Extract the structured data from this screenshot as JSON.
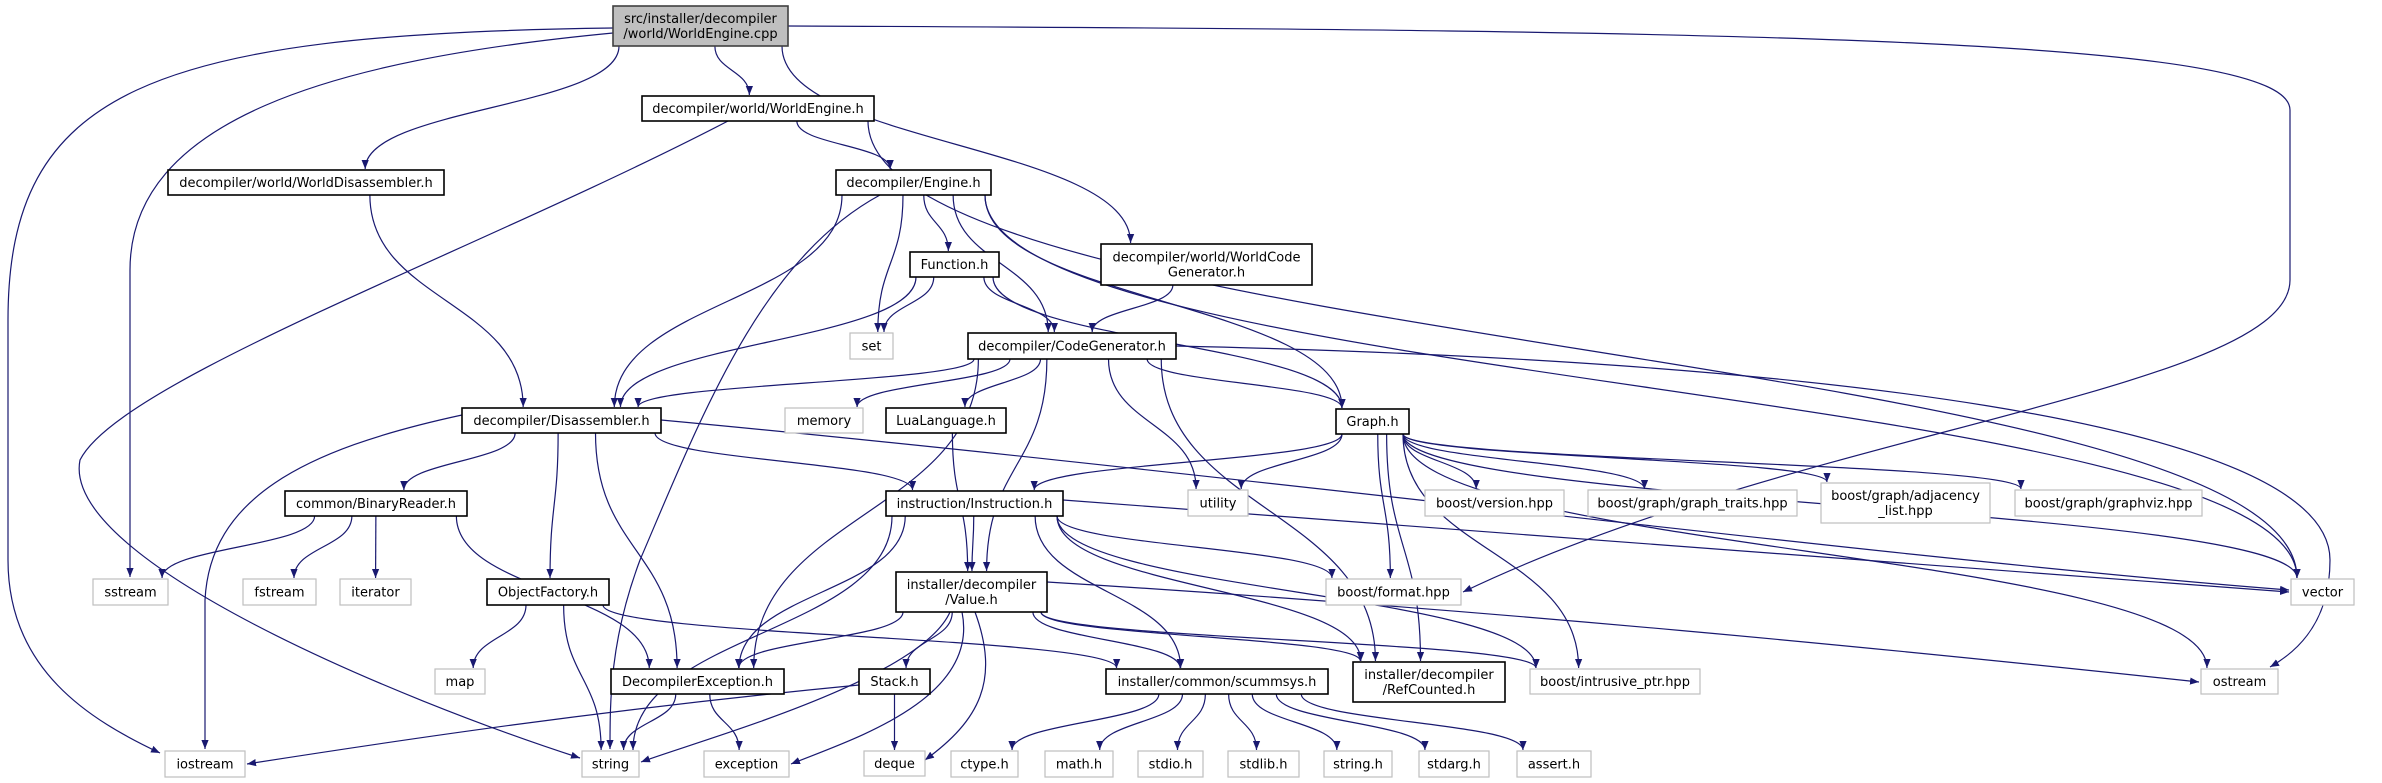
{
  "diagram": {
    "type": "include-dependency-graph",
    "colors": {
      "edge": "#191970",
      "root_fill": "#bfbfbf",
      "root_border": "#404040",
      "local_border": "#000000",
      "system_border": "#bfbfbf"
    },
    "nodes": [
      {
        "id": "root",
        "label": "src/installer/decompiler\n/world/WorldEngine.cpp",
        "kind": "root"
      },
      {
        "id": "we",
        "label": "decompiler/world/WorldEngine.h",
        "kind": "local"
      },
      {
        "id": "wd",
        "label": "decompiler/world/WorldDisassembler.h",
        "kind": "local"
      },
      {
        "id": "eng",
        "label": "decompiler/Engine.h",
        "kind": "local"
      },
      {
        "id": "fn",
        "label": "Function.h",
        "kind": "local"
      },
      {
        "id": "set",
        "label": "set",
        "kind": "system"
      },
      {
        "id": "wcg",
        "label": "decompiler/world/WorldCode\nGenerator.h",
        "kind": "local"
      },
      {
        "id": "cg",
        "label": "decompiler/CodeGenerator.h",
        "kind": "local"
      },
      {
        "id": "dis",
        "label": "decompiler/Disassembler.h",
        "kind": "local"
      },
      {
        "id": "mem",
        "label": "memory",
        "kind": "system"
      },
      {
        "id": "lua",
        "label": "LuaLanguage.h",
        "kind": "local"
      },
      {
        "id": "graph",
        "label": "Graph.h",
        "kind": "local"
      },
      {
        "id": "util",
        "label": "utility",
        "kind": "system"
      },
      {
        "id": "ver",
        "label": "boost/version.hpp",
        "kind": "system"
      },
      {
        "id": "gt",
        "label": "boost/graph/graph_traits.hpp",
        "kind": "system"
      },
      {
        "id": "adj",
        "label": "boost/graph/adjacency\n_list.hpp",
        "kind": "system"
      },
      {
        "id": "gv",
        "label": "boost/graph/graphviz.hpp",
        "kind": "system"
      },
      {
        "id": "br",
        "label": "common/BinaryReader.h",
        "kind": "local"
      },
      {
        "id": "ins",
        "label": "instruction/Instruction.h",
        "kind": "local"
      },
      {
        "id": "ss",
        "label": "sstream",
        "kind": "system"
      },
      {
        "id": "fs",
        "label": "fstream",
        "kind": "system"
      },
      {
        "id": "it",
        "label": "iterator",
        "kind": "system"
      },
      {
        "id": "of",
        "label": "ObjectFactory.h",
        "kind": "local"
      },
      {
        "id": "val",
        "label": "installer/decompiler\n/Value.h",
        "kind": "local"
      },
      {
        "id": "fmt",
        "label": "boost/format.hpp",
        "kind": "system"
      },
      {
        "id": "vec",
        "label": "vector",
        "kind": "system"
      },
      {
        "id": "map",
        "label": "map",
        "kind": "system"
      },
      {
        "id": "de",
        "label": "DecompilerException.h",
        "kind": "local"
      },
      {
        "id": "stk",
        "label": "Stack.h",
        "kind": "local"
      },
      {
        "id": "sc",
        "label": "installer/common/scummsys.h",
        "kind": "local"
      },
      {
        "id": "rc",
        "label": "installer/decompiler\n/RefCounted.h",
        "kind": "local"
      },
      {
        "id": "ip",
        "label": "boost/intrusive_ptr.hpp",
        "kind": "system"
      },
      {
        "id": "os",
        "label": "ostream",
        "kind": "system"
      },
      {
        "id": "io",
        "label": "iostream",
        "kind": "system"
      },
      {
        "id": "str",
        "label": "string",
        "kind": "system"
      },
      {
        "id": "exc",
        "label": "exception",
        "kind": "system"
      },
      {
        "id": "dq",
        "label": "deque",
        "kind": "system"
      },
      {
        "id": "ct",
        "label": "ctype.h",
        "kind": "system"
      },
      {
        "id": "mh",
        "label": "math.h",
        "kind": "system"
      },
      {
        "id": "sio",
        "label": "stdio.h",
        "kind": "system"
      },
      {
        "id": "sl",
        "label": "stdlib.h",
        "kind": "system"
      },
      {
        "id": "sh",
        "label": "string.h",
        "kind": "system"
      },
      {
        "id": "sa",
        "label": "stdarg.h",
        "kind": "system"
      },
      {
        "id": "as",
        "label": "assert.h",
        "kind": "system"
      }
    ],
    "edges": [
      [
        "root",
        "io"
      ],
      [
        "root",
        "ss"
      ],
      [
        "root",
        "wd"
      ],
      [
        "root",
        "we"
      ],
      [
        "root",
        "wcg"
      ],
      [
        "root",
        "fmt"
      ],
      [
        "we",
        "eng"
      ],
      [
        "we",
        "str"
      ],
      [
        "we",
        "vec"
      ],
      [
        "wd",
        "dis"
      ],
      [
        "wcg",
        "cg"
      ],
      [
        "eng",
        "fn"
      ],
      [
        "eng",
        "set"
      ],
      [
        "eng",
        "cg"
      ],
      [
        "eng",
        "dis"
      ],
      [
        "eng",
        "str"
      ],
      [
        "eng",
        "graph"
      ],
      [
        "eng",
        "vec"
      ],
      [
        "fn",
        "set"
      ],
      [
        "fn",
        "cg"
      ],
      [
        "fn",
        "dis"
      ],
      [
        "fn",
        "graph"
      ],
      [
        "cg",
        "dis"
      ],
      [
        "cg",
        "mem"
      ],
      [
        "cg",
        "lua"
      ],
      [
        "cg",
        "graph"
      ],
      [
        "cg",
        "util"
      ],
      [
        "cg",
        "val"
      ],
      [
        "cg",
        "de"
      ],
      [
        "cg",
        "rc"
      ],
      [
        "cg",
        "os"
      ],
      [
        "dis",
        "br"
      ],
      [
        "dis",
        "of"
      ],
      [
        "dis",
        "de"
      ],
      [
        "dis",
        "ins"
      ],
      [
        "dis",
        "io"
      ],
      [
        "dis",
        "vec"
      ],
      [
        "lua",
        "val"
      ],
      [
        "graph",
        "ins"
      ],
      [
        "graph",
        "util"
      ],
      [
        "graph",
        "ver"
      ],
      [
        "graph",
        "gt"
      ],
      [
        "graph",
        "adj"
      ],
      [
        "graph",
        "gv"
      ],
      [
        "graph",
        "vec"
      ],
      [
        "graph",
        "os"
      ],
      [
        "graph",
        "fmt"
      ],
      [
        "graph",
        "ip"
      ],
      [
        "graph",
        "rc"
      ],
      [
        "br",
        "ss"
      ],
      [
        "br",
        "fs"
      ],
      [
        "br",
        "it"
      ],
      [
        "br",
        "de"
      ],
      [
        "ins",
        "val"
      ],
      [
        "ins",
        "de"
      ],
      [
        "ins",
        "sc"
      ],
      [
        "ins",
        "rc"
      ],
      [
        "ins",
        "ip"
      ],
      [
        "ins",
        "fmt"
      ],
      [
        "ins",
        "vec"
      ],
      [
        "ins",
        "str"
      ],
      [
        "of",
        "map"
      ],
      [
        "of",
        "str"
      ],
      [
        "of",
        "sc"
      ],
      [
        "val",
        "stk"
      ],
      [
        "val",
        "de"
      ],
      [
        "val",
        "sc"
      ],
      [
        "val",
        "rc"
      ],
      [
        "val",
        "ip"
      ],
      [
        "val",
        "os"
      ],
      [
        "val",
        "str"
      ],
      [
        "val",
        "exc"
      ],
      [
        "val",
        "dq"
      ],
      [
        "de",
        "str"
      ],
      [
        "de",
        "exc"
      ],
      [
        "stk",
        "dq"
      ],
      [
        "stk",
        "io"
      ],
      [
        "sc",
        "ct"
      ],
      [
        "sc",
        "mh"
      ],
      [
        "sc",
        "sio"
      ],
      [
        "sc",
        "sl"
      ],
      [
        "sc",
        "sh"
      ],
      [
        "sc",
        "sa"
      ],
      [
        "sc",
        "as"
      ]
    ]
  }
}
